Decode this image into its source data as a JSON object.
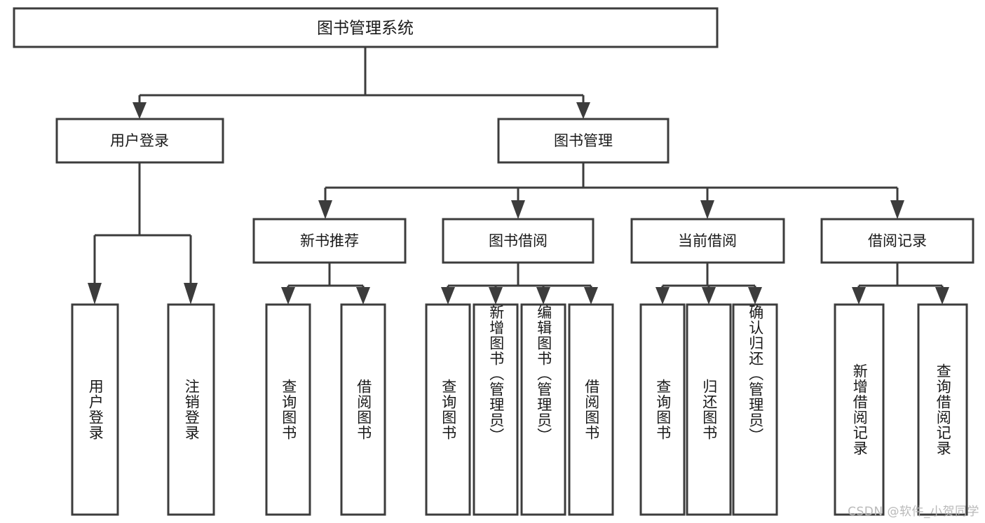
{
  "diagram": {
    "title": "图书管理系统",
    "type": "tree-hierarchy-diagram",
    "colors": {
      "stroke": "#3c3c3c",
      "fill": "#ffffff",
      "text": "#1a1a1a",
      "watermark": "#b9b9b9",
      "background": "#ffffff"
    },
    "root": {
      "label": "图书管理系统"
    },
    "level2": [
      {
        "label": "用户登录"
      },
      {
        "label": "图书管理"
      }
    ],
    "level3": [
      {
        "label": "新书推荐"
      },
      {
        "label": "图书借阅"
      },
      {
        "label": "当前借阅"
      },
      {
        "label": "借阅记录"
      }
    ],
    "leaves": {
      "user_login": [
        {
          "label": "用户登录"
        },
        {
          "label": "注销登录"
        }
      ],
      "new_book_recommend": [
        {
          "label": "查询图书"
        },
        {
          "label": "借阅图书"
        }
      ],
      "book_borrow": [
        {
          "label": "查询图书"
        },
        {
          "label": "新增图书（管理员）"
        },
        {
          "label": "编辑图书（管理员）"
        },
        {
          "label": "借阅图书"
        }
      ],
      "current_borrow": [
        {
          "label": "查询图书"
        },
        {
          "label": "归还图书"
        },
        {
          "label": "确认归还（管理员）"
        }
      ],
      "borrow_record": [
        {
          "label": "新增借阅记录"
        },
        {
          "label": "查询借阅记录"
        }
      ]
    }
  },
  "watermark": {
    "text": "CSDN @软件_小贺同学"
  }
}
